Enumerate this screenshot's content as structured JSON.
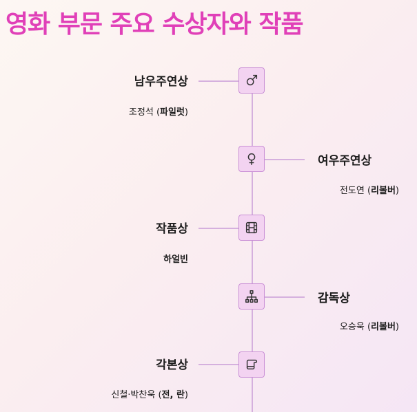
{
  "title": "영화 부문 주요 수상자와 작품",
  "awards": [
    {
      "award": "남우주연상",
      "winner": "조정석",
      "work_prefix": "(",
      "work": "파일럿",
      "work_suffix": ")",
      "icon": "male-symbol-icon",
      "side": "left"
    },
    {
      "award": "여우주연상",
      "winner": "전도연",
      "work_prefix": "(",
      "work": "리볼버",
      "work_suffix": ")",
      "icon": "female-symbol-icon",
      "side": "right"
    },
    {
      "award": "작품상",
      "winner": "",
      "work_prefix": "",
      "work": "하얼빈",
      "work_suffix": "",
      "icon": "film-strip-icon",
      "side": "left"
    },
    {
      "award": "감독상",
      "winner": "오승욱",
      "work_prefix": "(",
      "work": "리볼버",
      "work_suffix": ")",
      "icon": "org-chart-icon",
      "side": "right"
    },
    {
      "award": "각본상",
      "winner": "신철·박찬욱",
      "work_prefix": "(",
      "work": "전, 란",
      "work_suffix": ")",
      "icon": "scroll-icon",
      "side": "left"
    }
  ],
  "colors": {
    "title": "#e040b8",
    "node_fill": "#f3d3f1",
    "node_border": "#c98fd6",
    "line": "#d5b0de"
  }
}
